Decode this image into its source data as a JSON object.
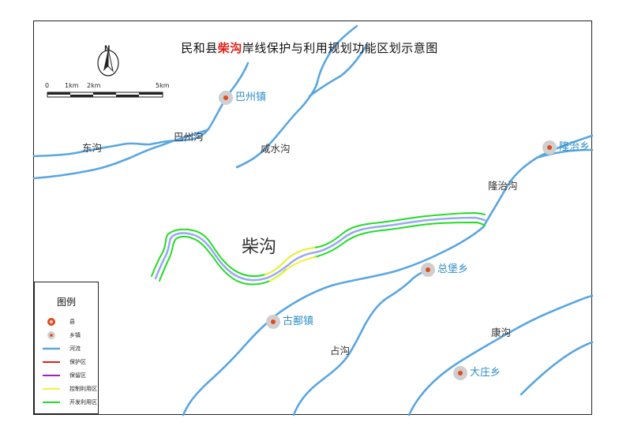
{
  "map": {
    "title_prefix": "民和县",
    "title_highlight": "柴沟",
    "title_suffix": "岸线保护与利用规划功能区划示意图",
    "north_label": "N",
    "scale_ticks": [
      "0",
      "1km",
      "2km",
      "5km"
    ],
    "places": {
      "bazhou": "巴州镇",
      "longzhi": "隆治乡",
      "zongbao": "总堡乡",
      "gubei": "古鄯镇",
      "dazhuang": "大庄乡"
    },
    "rivers": {
      "donggou": "东沟",
      "bazhougou": "巴州沟",
      "xianshuigou": "咸水沟",
      "longzhigou": "隆治沟",
      "chaigou": "柴沟",
      "zhangou": "占沟",
      "kanggou": "康沟"
    },
    "colors": {
      "river": "#5aa6e0",
      "town_label": "#2f8fc8",
      "protect": "#e0201a",
      "reserve": "#a020c8",
      "control": "#f2f23a",
      "develop": "#22dd22",
      "center_line": "#9aa7f0"
    }
  },
  "legend": {
    "title": "图例",
    "items": [
      {
        "symbol": "county-icon",
        "label": "县"
      },
      {
        "symbol": "township-icon",
        "label": "乡镇"
      },
      {
        "symbol": "river-line",
        "label": "河流"
      },
      {
        "symbol": "protect-line",
        "label": "保护区"
      },
      {
        "symbol": "reserve-line",
        "label": "保留区"
      },
      {
        "symbol": "control-line",
        "label": "控制利用区"
      },
      {
        "symbol": "develop-line",
        "label": "开发利用区"
      }
    ]
  }
}
